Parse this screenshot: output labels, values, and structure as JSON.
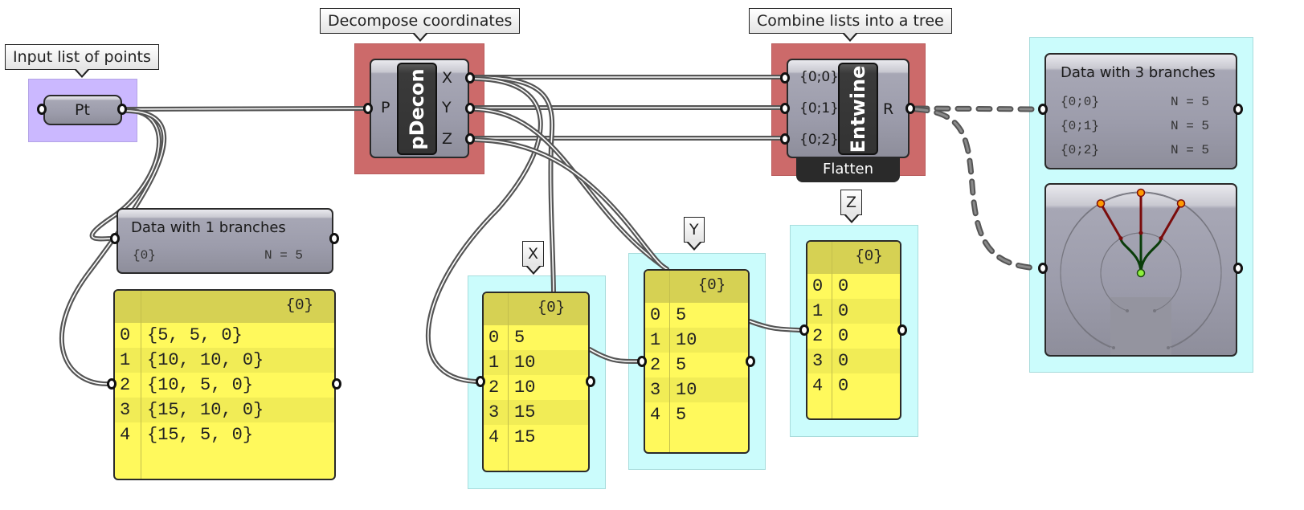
{
  "callouts": {
    "input": "Input list of points",
    "decompose": "Decompose coordinates",
    "combine": "Combine lists into a tree",
    "x": "X",
    "y": "Y",
    "z": "Z"
  },
  "point_param": {
    "label": "Pt"
  },
  "pdecon": {
    "nickname": "pDecon",
    "input": "P",
    "outputs": [
      "X",
      "Y",
      "Z"
    ]
  },
  "entwine": {
    "nickname": "Entwine",
    "inputs": [
      "{0;0}",
      "{0;1}",
      "{0;2}"
    ],
    "output": "R",
    "flag": "Flatten"
  },
  "param_viewer_1": {
    "title": "Data with 1 branches",
    "rows": [
      {
        "path": "{0}",
        "count": "N = 5"
      }
    ]
  },
  "param_viewer_3": {
    "title": "Data with 3 branches",
    "rows": [
      {
        "path": "{0;0}",
        "count": "N = 5"
      },
      {
        "path": "{0;1}",
        "count": "N = 5"
      },
      {
        "path": "{0;2}",
        "count": "N = 5"
      }
    ]
  },
  "panels": {
    "points": {
      "header": "{0}",
      "items": [
        "{5, 5, 0}",
        "{10, 10, 0}",
        "{10, 5, 0}",
        "{15, 10, 0}",
        "{15, 5, 0}"
      ]
    },
    "x": {
      "header": "{0}",
      "items": [
        "5",
        "10",
        "10",
        "15",
        "15"
      ]
    },
    "y": {
      "header": "{0}",
      "items": [
        "5",
        "10",
        "5",
        "10",
        "5"
      ]
    },
    "z": {
      "header": "{0}",
      "items": [
        "0",
        "0",
        "0",
        "0",
        "0"
      ]
    }
  },
  "indices": [
    "0",
    "1",
    "2",
    "3",
    "4"
  ],
  "tree_diagram": {
    "branches": 3,
    "colors": {
      "upper": "#7a0c0c",
      "lower": "#0a3d0a",
      "tip": "#ff9a00",
      "root": "#8ef03c"
    }
  }
}
